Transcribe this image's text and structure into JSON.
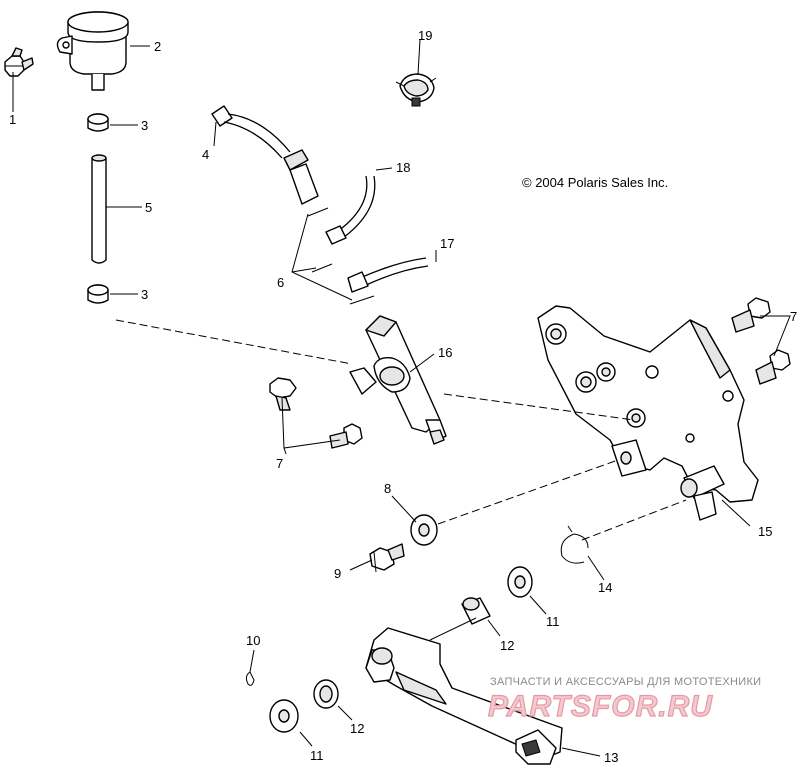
{
  "diagram": {
    "copyright": "© 2004 Polaris Sales Inc.",
    "callouts": [
      "1",
      "2",
      "3",
      "4",
      "5",
      "3",
      "6",
      "7",
      "7",
      "8",
      "9",
      "10",
      "11",
      "11",
      "12",
      "12",
      "13",
      "14",
      "15",
      "16",
      "17",
      "18",
      "19"
    ]
  },
  "watermark": {
    "tagline": "ЗАПЧАСТИ И АКСЕССУАРЫ ДЛЯ МОТОТЕХНИКИ",
    "logo": "PARTSFOR.RU"
  }
}
